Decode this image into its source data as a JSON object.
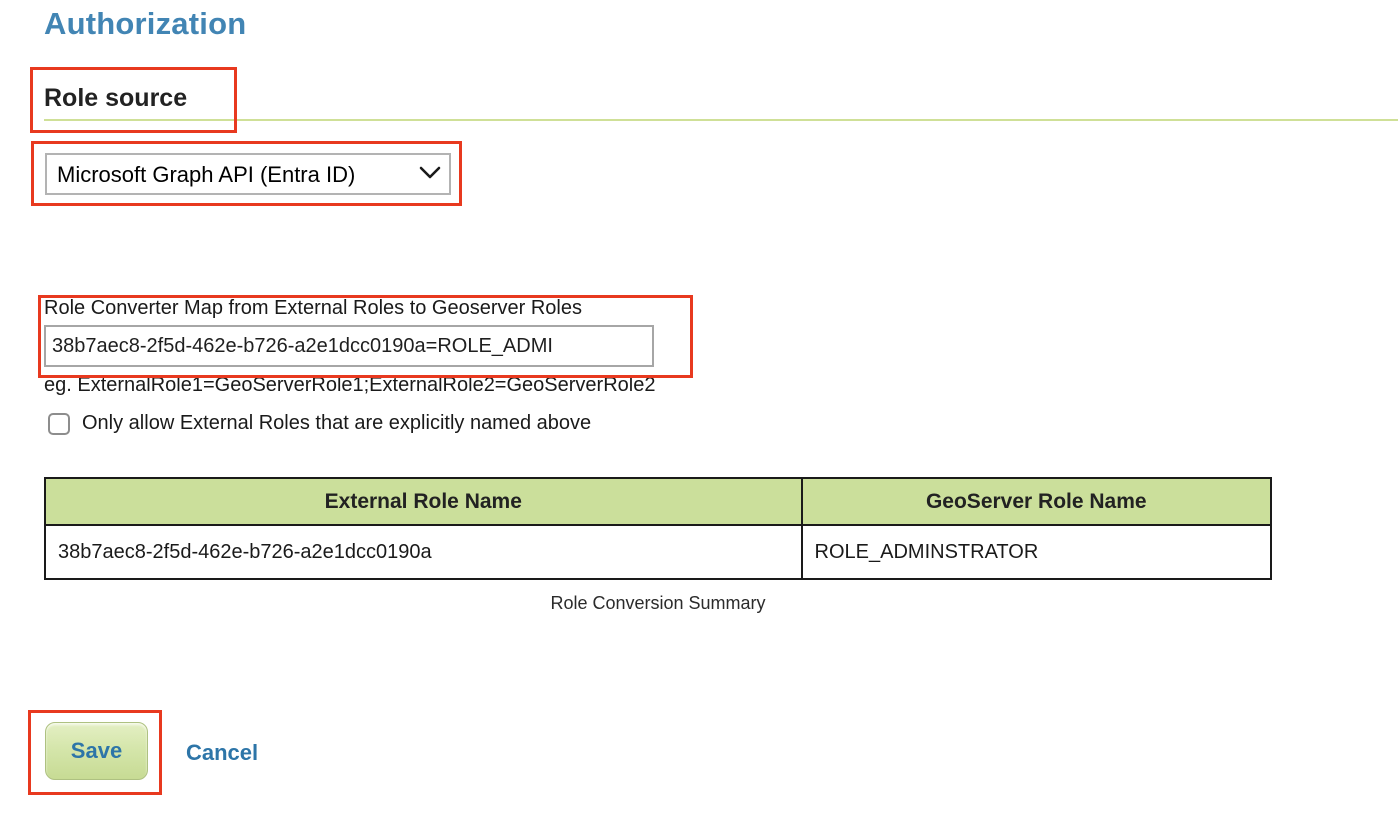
{
  "theme": {
    "title-blue": "#4285b4",
    "rule-green": "#cfe097",
    "header-green": "#cbdf9b",
    "link-blue": "#2d75a8",
    "annotation-red": "#e8391f"
  },
  "page": {
    "title": "Authorization"
  },
  "role_source": {
    "heading": "Role source",
    "selected_option": "Microsoft Graph API (Entra ID)"
  },
  "converter": {
    "label": "Role Converter Map from External Roles to Geoserver Roles",
    "input_value": "38b7aec8-2f5d-462e-b726-a2e1dcc0190a=ROLE_ADMI",
    "hint": "eg. ExternalRole1=GeoServerRole1;ExternalRole2=GeoServerRole2",
    "checkbox_label": "Only allow External Roles that are explicitly named above",
    "checkbox_checked": false
  },
  "summary_table": {
    "headers": [
      "External Role Name",
      "GeoServer Role Name"
    ],
    "rows": [
      [
        "38b7aec8-2f5d-462e-b726-a2e1dcc0190a",
        "ROLE_ADMINSTRATOR"
      ]
    ],
    "caption": "Role Conversion Summary"
  },
  "actions": {
    "save_label": "Save",
    "cancel_label": "Cancel"
  },
  "icons": {
    "select_chevron": "chevron-down-icon"
  }
}
